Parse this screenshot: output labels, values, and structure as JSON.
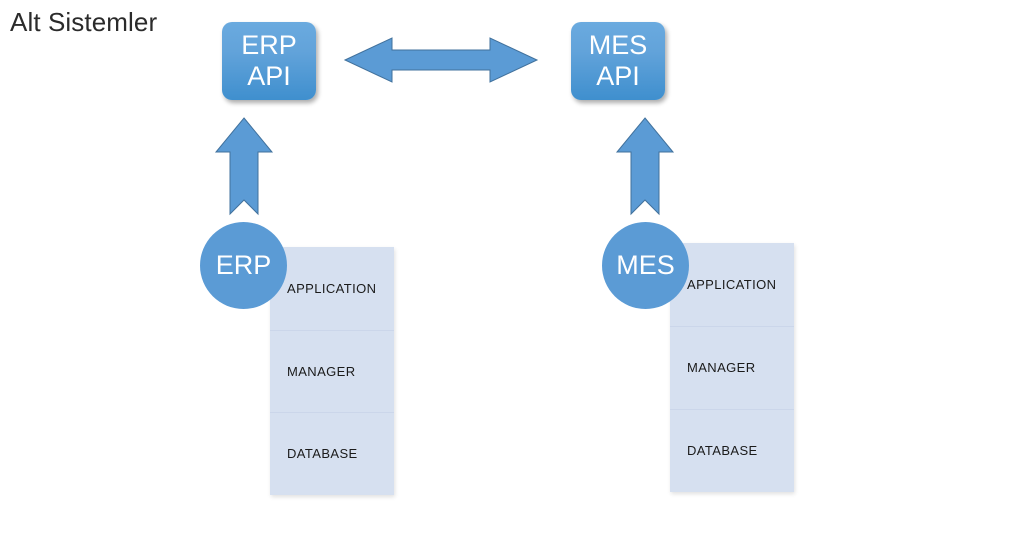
{
  "slide": {
    "title": "Alt Sistemler",
    "background_color": "#ffffff"
  },
  "colors": {
    "api_box_gradient_top": "#6aaadf",
    "api_box_gradient_bottom": "#3f8fce",
    "circle_fill": "#5b9bd5",
    "arrow_fill": "#5b9bd5",
    "arrow_stroke": "#41719c",
    "stack_fill": "#d6e0f0",
    "stack_divider": "#cbd6ea",
    "title_text": "#2b2b2b",
    "layer_text": "#1b1b1b",
    "box_text": "#ffffff"
  },
  "nodes": {
    "erp_api": {
      "line1": "ERP",
      "line2": "API"
    },
    "mes_api": {
      "line1": "MES",
      "line2": "API"
    },
    "erp_circle": {
      "label": "ERP"
    },
    "mes_circle": {
      "label": "MES"
    }
  },
  "stacks": [
    {
      "id": "erp",
      "layers": [
        {
          "label": "APPLICATION"
        },
        {
          "label": "MANAGER"
        },
        {
          "label": "DATABASE"
        }
      ]
    },
    {
      "id": "mes",
      "layers": [
        {
          "label": "APPLICATION"
        },
        {
          "label": "MANAGER"
        },
        {
          "label": "DATABASE"
        }
      ]
    }
  ],
  "arrows": [
    {
      "id": "erp-mes-bidirectional",
      "icon": "double-headed-horizontal-arrow",
      "direction": "bidirectional",
      "from": "ERP API",
      "to": "MES API"
    },
    {
      "id": "erp-up",
      "icon": "up-arrow",
      "direction": "up",
      "from": "ERP",
      "to": "ERP API"
    },
    {
      "id": "mes-up",
      "icon": "up-arrow",
      "direction": "up",
      "from": "MES",
      "to": "MES API"
    }
  ]
}
